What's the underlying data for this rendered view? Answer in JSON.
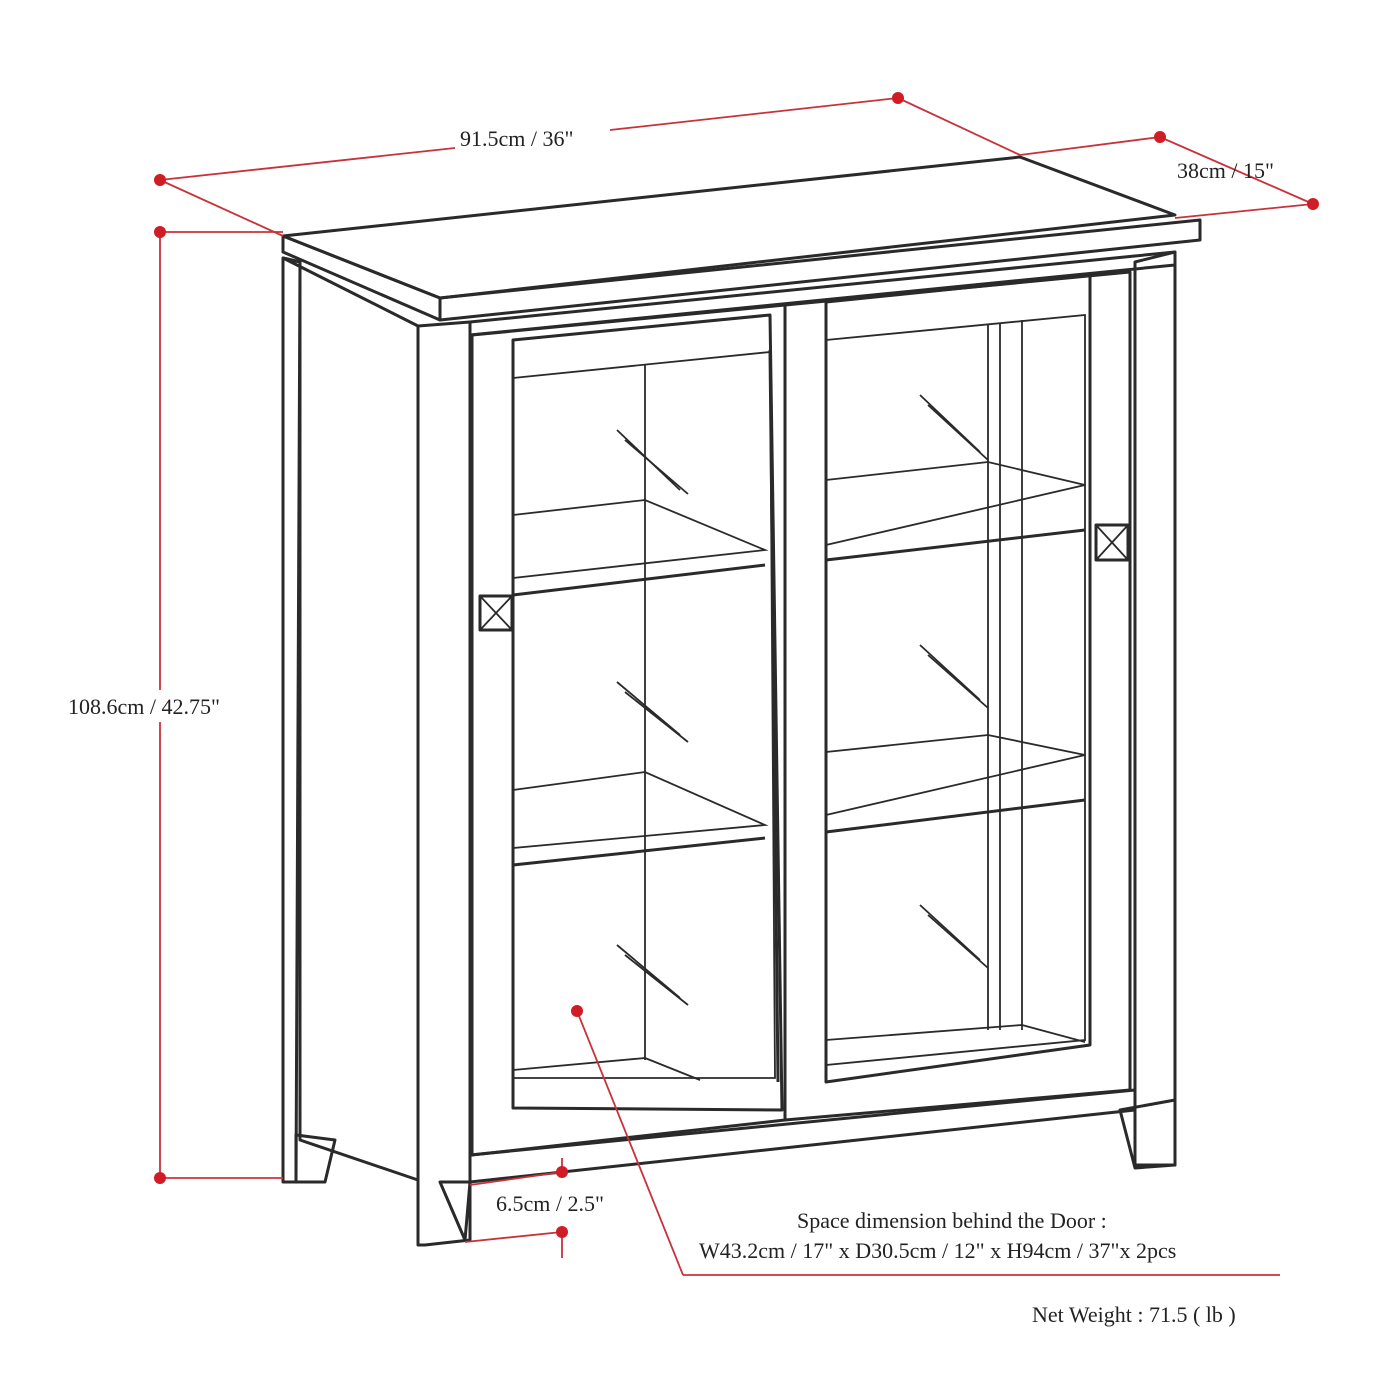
{
  "dimensions": {
    "width": "91.5cm / 36\"",
    "depth": "38cm / 15\"",
    "height": "108.6cm / 42.75\"",
    "leg_clearance": "6.5cm / 2.5\""
  },
  "callout": {
    "title": "Space dimension behind the Door :",
    "detail": "W43.2cm / 17\" x D30.5cm / 12\" x H94cm / 37\"x 2pcs"
  },
  "net_weight": "Net Weight : 71.5 ( lb )",
  "colors": {
    "dimension": "#c8323a",
    "outline": "#2a2a2a"
  }
}
